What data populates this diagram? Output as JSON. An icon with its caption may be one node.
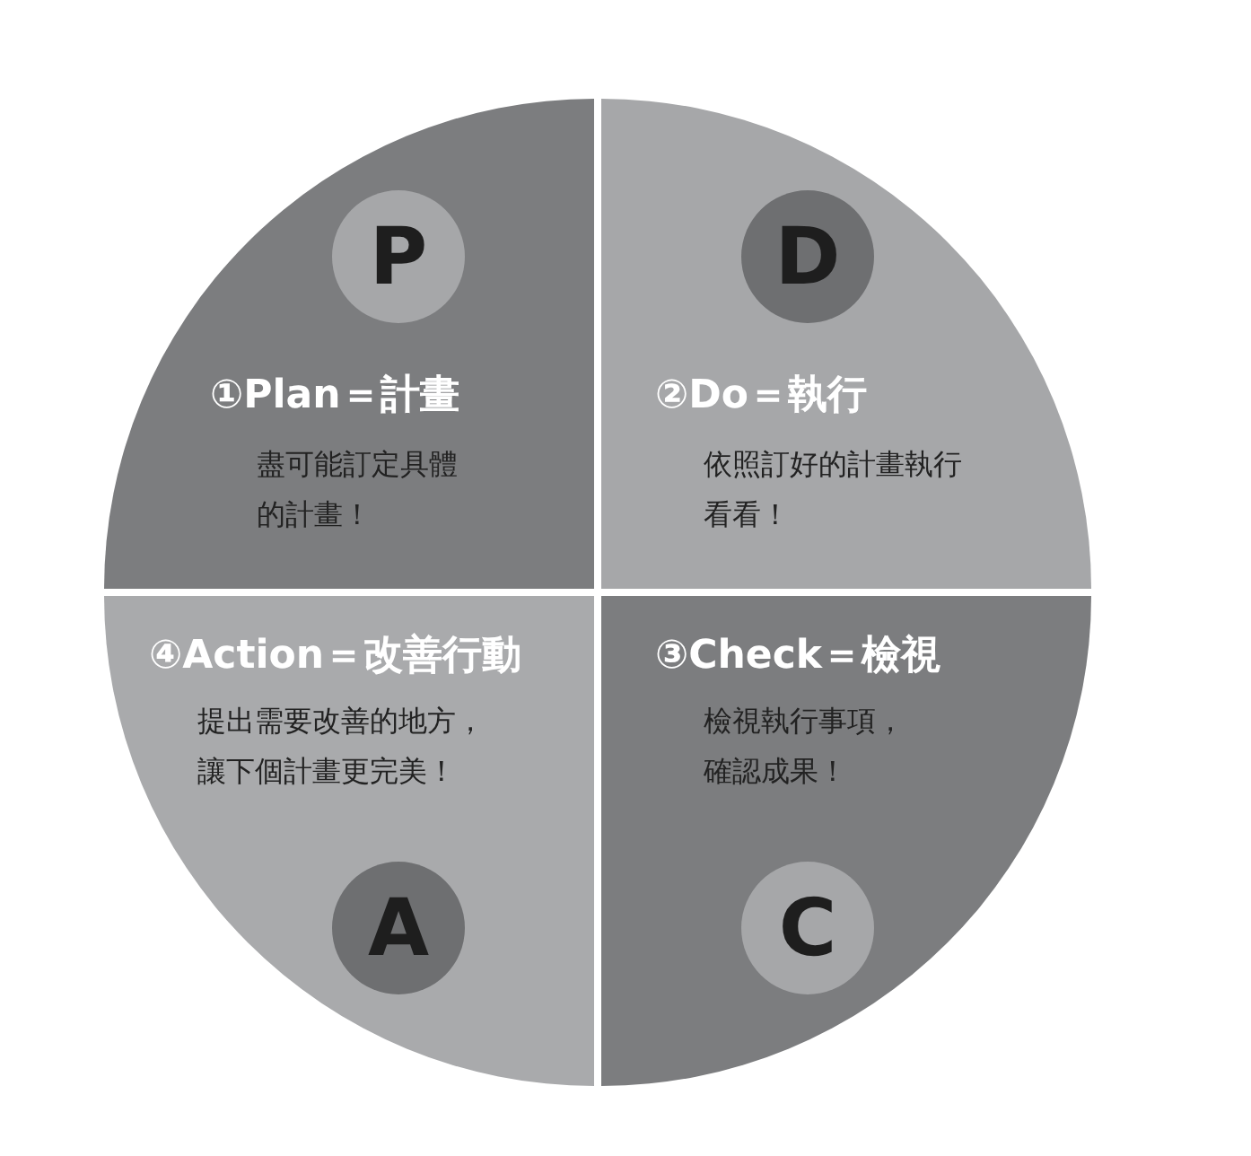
{
  "diagram": {
    "nodes": [
      {
        "text": [
          "①Plan＝計畫",
          "盡可能訂定具體的計畫！"
        ]
      },
      {
        "text": [
          "P"
        ],
        "in": 0
      },
      {
        "text": [
          "②Do＝執行",
          "依照訂好的計畫執行看看！"
        ]
      },
      {
        "text": [
          "D"
        ],
        "in": 2
      },
      {
        "text": [
          "④Action＝改善行動",
          "提出需要改善的地方，讓下個計畫更完美！"
        ]
      },
      {
        "text": [
          "A"
        ],
        "in": 4
      },
      {
        "text": [
          "③Check＝檢視",
          "檢視執行事項，確認成果！"
        ]
      },
      {
        "text": [
          "C"
        ],
        "in": 6
      }
    ]
  }
}
